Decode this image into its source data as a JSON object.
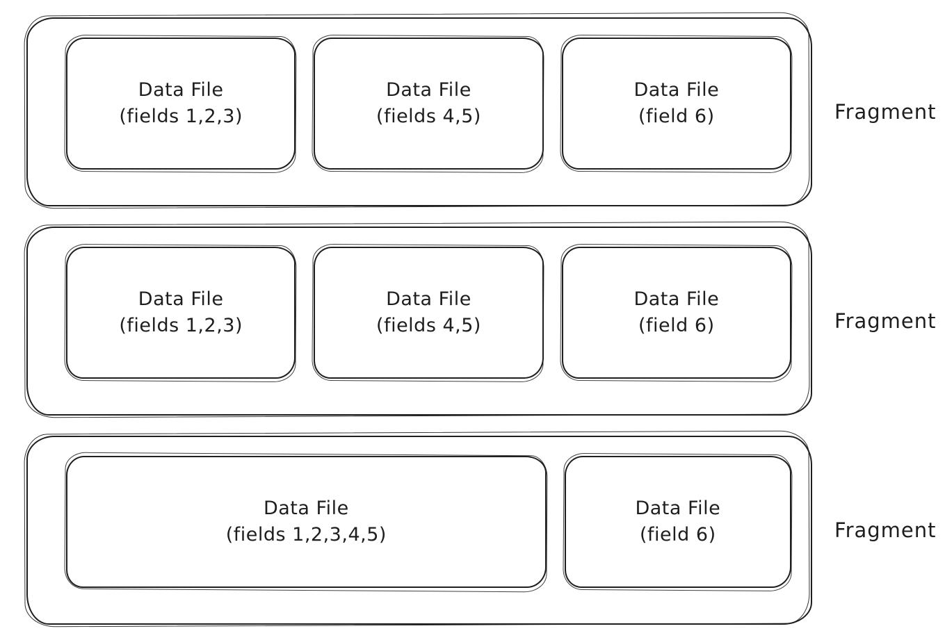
{
  "colors": {
    "stroke": "#1e1e1e",
    "red_fill": "#ffc9c9",
    "green_fill": "#b2f2bb",
    "background": "#ffffff"
  },
  "fragments": [
    {
      "label": "Fragment",
      "files": [
        {
          "title": "Data File",
          "subtitle": "(fields 1,2,3)",
          "fill": "#ffc9c9"
        },
        {
          "title": "Data File",
          "subtitle": "(fields 4,5)",
          "fill": "#ffc9c9"
        },
        {
          "title": "Data File",
          "subtitle": "(field 6)",
          "fill": "#b2f2bb"
        }
      ]
    },
    {
      "label": "Fragment",
      "files": [
        {
          "title": "Data File",
          "subtitle": "(fields 1,2,3)",
          "fill": "#ffc9c9"
        },
        {
          "title": "Data File",
          "subtitle": "(fields 4,5)",
          "fill": "#ffc9c9"
        },
        {
          "title": "Data File",
          "subtitle": "(field 6)",
          "fill": "#b2f2bb"
        }
      ]
    },
    {
      "label": "Fragment",
      "files": [
        {
          "title": "Data File",
          "subtitle": "(fields 1,2,3,4,5)",
          "fill": "#ffc9c9"
        },
        {
          "title": "Data File",
          "subtitle": "(field 6)",
          "fill": "#b2f2bb"
        }
      ]
    }
  ]
}
